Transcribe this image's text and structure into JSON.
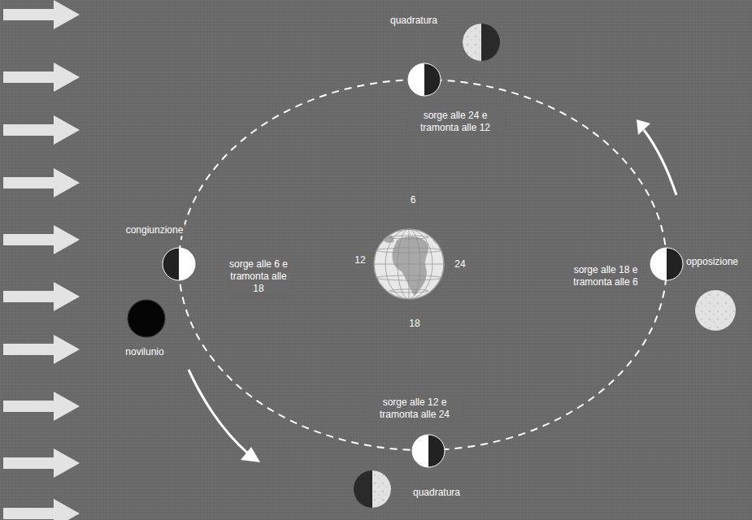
{
  "diagram": {
    "labels": [
      "quadratura",
      "sorge alle 24 e tramonta alle 12",
      "congiunzione",
      "sorge alle 6 e tramonta alle 18",
      "12",
      "6",
      "24",
      "18",
      "sorge alle 18 e tramonta alle 6",
      "opposizione",
      "novilunio",
      "sorge alle 12 e tramonta alle 24",
      "quadratura"
    ]
  }
}
